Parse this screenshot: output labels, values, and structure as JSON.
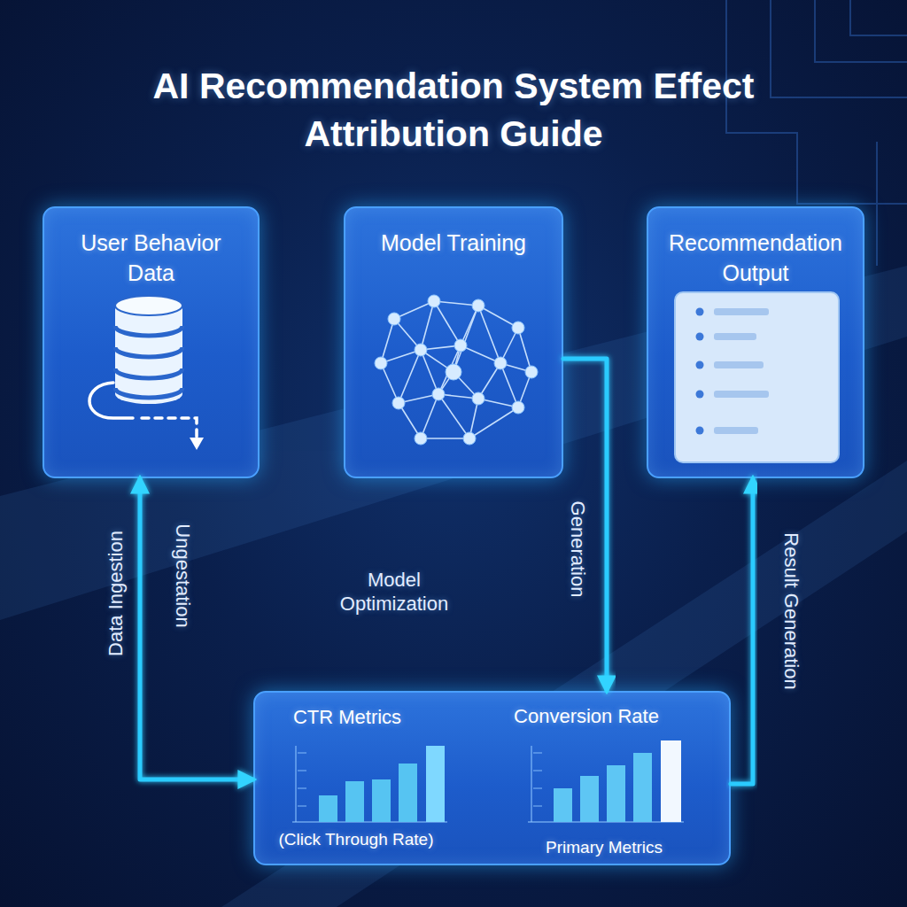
{
  "diagram": {
    "title": "AI Recommendation System Effect Attribution Guide",
    "nodes": [
      {
        "text": [
          "User Behavior Data"
        ]
      },
      {
        "text": [
          "Model Training"
        ]
      },
      {
        "text": [
          "Recommendation Output"
        ]
      },
      {
        "text": [
          "CTR Metrics",
          "(Click Through Rate)",
          "Conversion Rate",
          "Primary Metrics"
        ]
      }
    ],
    "edges": [
      {
        "from": 0,
        "to": 1,
        "arrow": "to"
      },
      {
        "from": 1,
        "to": 2,
        "arrow": "to"
      },
      {
        "from": 1,
        "to": 3,
        "label": "Model Optimization",
        "arrow": "to"
      },
      {
        "from": 1,
        "to": 3,
        "label": "Generation",
        "arrow": "to"
      },
      {
        "from": 3,
        "to": 2,
        "label": "Result Generation",
        "arrow": "to"
      },
      {
        "from": 0,
        "to": 3,
        "label": "Data Ingestion",
        "arrow": "both"
      }
    ],
    "labels": [
      "Ungestation"
    ]
  }
}
